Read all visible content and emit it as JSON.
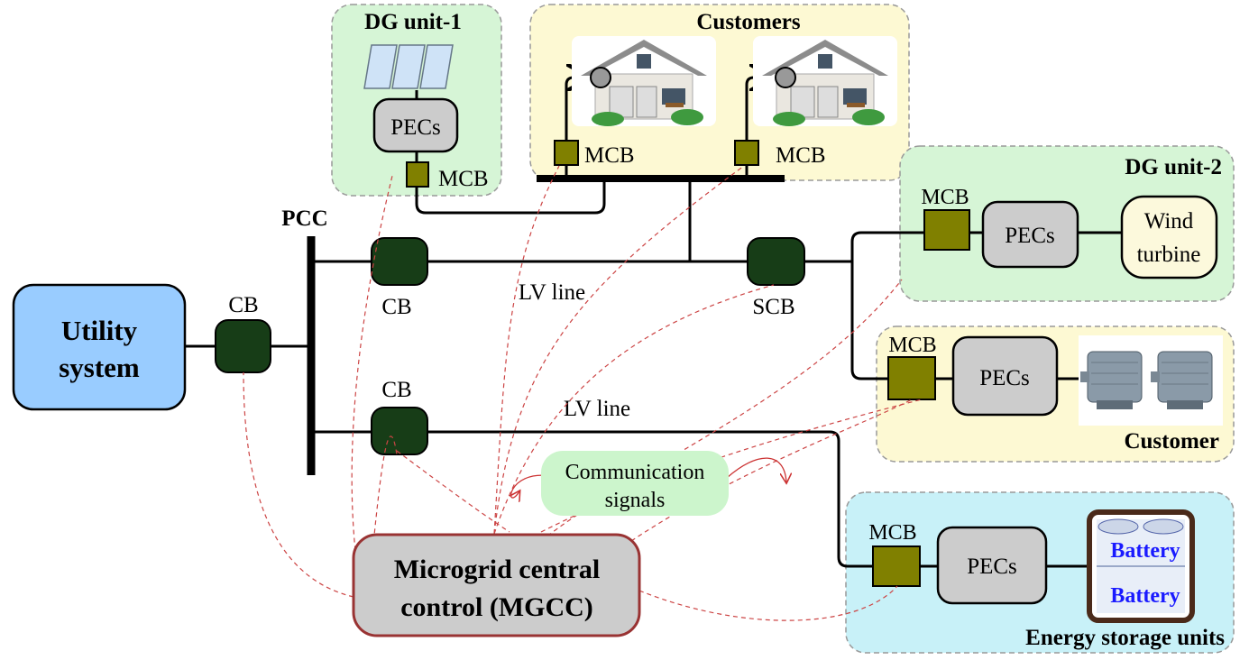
{
  "colors": {
    "dg_panel_fill": "#d6f5d6",
    "customer_panel_fill": "#fdf9d3",
    "storage_panel_fill": "#c8f1f8",
    "panel_border": "#999999",
    "utility_fill": "#99ccff",
    "cb_fill": "#173d17",
    "mcb_fill": "#808000",
    "pec_fill": "#cccccc",
    "wind_fill": "#fcf9dc",
    "mgcc_fill": "#cccccc",
    "mgcc_border": "#993333",
    "signal_fill": "#ccf5cc",
    "signal_line": "#cc3333",
    "battery_text": "#1a1aff"
  },
  "labels": {
    "dg_unit_1": "DG unit-1",
    "customers": "Customers",
    "dg_unit_2": "DG unit-2",
    "customer": "Customer",
    "energy_storage": "Energy storage units",
    "pcc": "PCC",
    "utility_line1": "Utility",
    "utility_line2": "system",
    "cb_utility": "CB",
    "cb_top": "CB",
    "cb_bottom": "CB",
    "scb": "SCB",
    "lv_line_top": "LV line",
    "lv_line_bottom": "LV line",
    "mcb": "MCB",
    "pecs": "PECs",
    "wind_line1": "Wind",
    "wind_line2": "turbine",
    "battery": "Battery",
    "signals_line1": "Communication",
    "signals_line2": "signals",
    "mgcc_line1": "Microgrid central",
    "mgcc_line2": "control (MGCC)"
  },
  "icons": {
    "solar": "solar-panel-icon",
    "house": "house-icon",
    "motor": "electric-motor-icon",
    "battery": "battery-icon"
  }
}
